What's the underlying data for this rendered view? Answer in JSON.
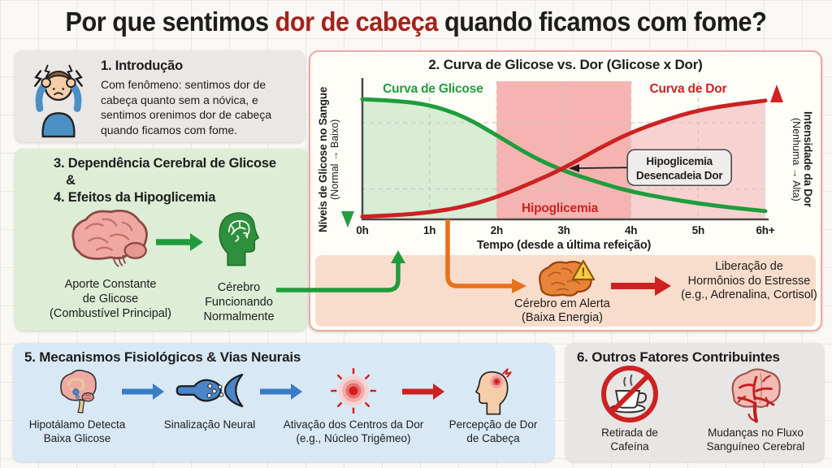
{
  "colors": {
    "title_highlight": "#a3231d",
    "glucose_green": "#1f9d3c",
    "pain_red": "#cc2222",
    "alert_orange": "#e8701a",
    "neural_blue": "#3a7cc4"
  },
  "title": {
    "pre": "Por que sentimos ",
    "highlight": "dor de cabeça",
    "post": " quando ficamos com fome?"
  },
  "intro": {
    "heading": "1. Introdução",
    "body": "Com fenômeno: sentimos dor de cabeça quanto sem a nóvica, e sentimos orenimos dor de cabeça quando ficamos com fome."
  },
  "glucose_box": {
    "heading_lines": [
      "3. Dependência Cerebral de Glicose",
      "&",
      "4. Efeitos da Hipoglicemia"
    ],
    "brain_label_lines": [
      "Aporte Constante",
      "de Glicose",
      "(Combustível Principal)"
    ],
    "head_label_lines": [
      "Cérebro",
      "Funcionando",
      "Normalmente"
    ]
  },
  "chart_data": {
    "type": "line",
    "title": "2. Curva de Glicose vs. Dor (Glicose x Dor)",
    "xlabel": "Tempo (desde a última refeição)",
    "ylabel_left": [
      "Níveis de Glicose no Sangue",
      "(Normal → Baixo)"
    ],
    "ylabel_right": [
      "Intensidade da Dor",
      "(Nenhuma → Alta)"
    ],
    "x_ticks": [
      "0h",
      "1h",
      "2h",
      "3h",
      "4h",
      "5h",
      "6h+"
    ],
    "x_range": [
      0,
      6
    ],
    "grid": true,
    "hgridlines": [
      0.22,
      0.7
    ],
    "series": [
      {
        "name": "Curva de Glicose",
        "color": "#1f9d3c",
        "x": [
          0,
          0.5,
          1,
          1.5,
          2,
          2.5,
          3,
          3.5,
          4,
          4.5,
          5,
          5.5,
          6
        ],
        "values": [
          0.87,
          0.86,
          0.83,
          0.75,
          0.61,
          0.46,
          0.35,
          0.27,
          0.2,
          0.155,
          0.115,
          0.085,
          0.06
        ]
      },
      {
        "name": "Curva de Dor",
        "color": "#cc2222",
        "x": [
          0,
          0.5,
          1,
          1.5,
          2,
          2.5,
          3,
          3.5,
          4,
          4.5,
          5,
          5.5,
          6
        ],
        "values": [
          0.02,
          0.03,
          0.05,
          0.09,
          0.16,
          0.26,
          0.37,
          0.51,
          0.63,
          0.72,
          0.79,
          0.83,
          0.86
        ]
      }
    ],
    "bands": [
      {
        "from": 0,
        "to": 2,
        "fill": "#d9ecd4",
        "under_series": 0
      },
      {
        "from": 2,
        "to": 4,
        "fill": "#f5b4b2",
        "full_height": true
      },
      {
        "from": 4,
        "to": 6,
        "fill": "#f8d2d0",
        "under_series": 1
      }
    ],
    "region_label": {
      "text": "Hipoglicemia",
      "x": 2.94,
      "color": "#cc2222"
    },
    "callout": {
      "lines": [
        "Hipoglicemia",
        "Desencadeia Dor"
      ],
      "box_center_x": 4.72,
      "box_center_v": 0.375,
      "target_x": 3.0,
      "target_v": 0.37
    },
    "legend_position": "inline"
  },
  "alert_flow": {
    "brain_label_lines": [
      "Cérebro em Alerta",
      "(Baixa Energia)"
    ],
    "hormone_label_lines": [
      "Liberação de",
      "Hormônios do Estresse",
      "(e.g., Adrenalina, Cortisol)"
    ]
  },
  "mechanisms": {
    "heading": "5. Mecanismos Fisiológicos & Vias Neurais",
    "steps": [
      {
        "label_lines": [
          "Hipotálamo Detecta",
          "Baixa Glicose"
        ]
      },
      {
        "label_lines": [
          "Sinalização Neural",
          ""
        ]
      },
      {
        "label_lines": [
          "Ativação dos Centros da Dor",
          "(e.g., Núcleo Trigêmeo)"
        ]
      },
      {
        "label_lines": [
          "Percepção de Dor",
          "de Cabeça"
        ]
      }
    ]
  },
  "factors": {
    "heading": "6. Outros Fatores Contribuintes",
    "items": [
      {
        "label_lines": [
          "Retirada de",
          "Cafeína"
        ]
      },
      {
        "label_lines": [
          "Mudanças no Fluxo",
          "Sanguíneo Cerebral"
        ]
      }
    ]
  }
}
